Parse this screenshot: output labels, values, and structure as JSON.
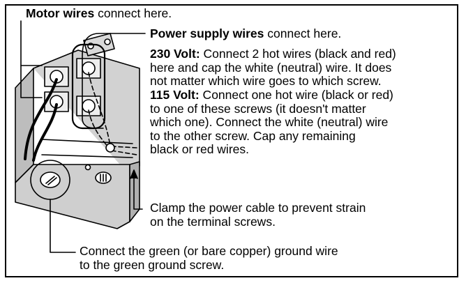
{
  "motor": {
    "bold": "Motor wires",
    "rest": " connect here."
  },
  "power": {
    "bold": "Power supply wires",
    "rest": " connect here."
  },
  "v230": {
    "bold": "230 Volt:",
    "line1": " Connect 2 hot wires (black and red)",
    "line2": "here and cap the white (neutral) wire. It does",
    "line3": "not matter which wire goes to which screw."
  },
  "v115": {
    "bold": "115 Volt:",
    "line1": " Connect one hot wire (black or red)",
    "line2": "to one of these screws (it doesn't matter",
    "line3": "which one). Connect the white (neutral) wire",
    "line4": "to the other screw. Cap any remaining",
    "line5": "black or red wires."
  },
  "clamp": {
    "line1": "Clamp the power cable to prevent strain",
    "line2": "on the terminal screws."
  },
  "ground": {
    "line1": "Connect the green (or bare copper) ground wire",
    "line2": "to the green ground screw."
  }
}
